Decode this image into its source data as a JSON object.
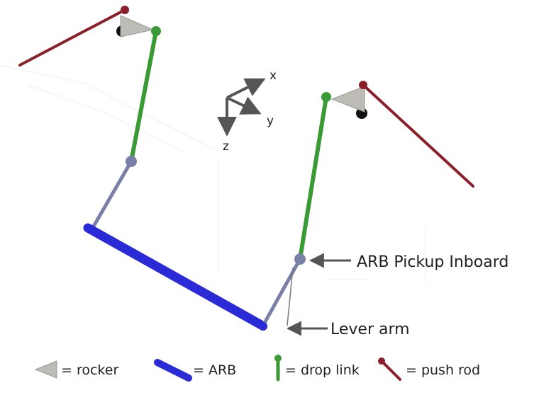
{
  "axes": {
    "x": "x",
    "y": "y",
    "z": "z"
  },
  "annotations": {
    "arb_pickup": "ARB Pickup Inboard",
    "lever_arm": "Lever arm"
  },
  "legend": {
    "rocker": "= rocker",
    "arb": "= ARB",
    "drop_link": "= drop link",
    "push_rod": "= push rod"
  },
  "colors": {
    "arb": "#2a2ad6",
    "drop_link": "#3a9a35",
    "push_rod": "#8b1f2a",
    "rocker": "#bdbbb6",
    "arm": "#7a7fa8",
    "pivot": "#111111"
  }
}
